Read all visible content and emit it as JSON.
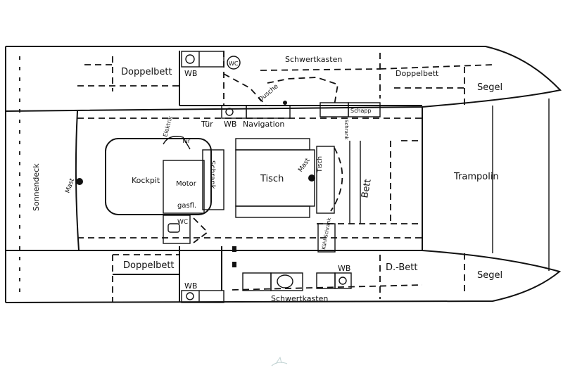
{
  "labels": {
    "doppelbett_top_left": "Doppelbett",
    "wb_top_left": "WB",
    "wc_top": "WC",
    "schwertkasten_top": "Schwertkasten",
    "doppelbett_top_right": "Doppelbett",
    "segel_top": "Segel",
    "dusche": "Dusche",
    "elektrik": "Elektrik",
    "tuer_top": "Tür",
    "wb_nav": "WB",
    "navigation": "Navigation",
    "schapp": "Schapp",
    "schrank_small": "Schrank",
    "tuer_cockpit": "Tür",
    "sonnendeck": "Sonnendeck",
    "mast_left": "Mast",
    "kockpit": "Kockpit",
    "motor": "Motor",
    "gasfl": "gasfl.",
    "schrank": "Schrank",
    "tisch_main": "Tisch",
    "mast_center": "Mast",
    "tisch_side": "Tisch",
    "bett": "Bett",
    "trampolin": "Trampolin",
    "wc_bottom": "WC",
    "kuehlschrank": "Kühl Schrank",
    "doppelbett_bottom": "Doppelbett",
    "wb_bottom_left": "WB",
    "wb_bottom_right": "WB",
    "d_bett": "D.-Bett",
    "segel_bottom": "Segel",
    "schwertkasten_bottom": "Schwertkasten"
  },
  "icons": {
    "watermark": "flying-fish-logo"
  }
}
